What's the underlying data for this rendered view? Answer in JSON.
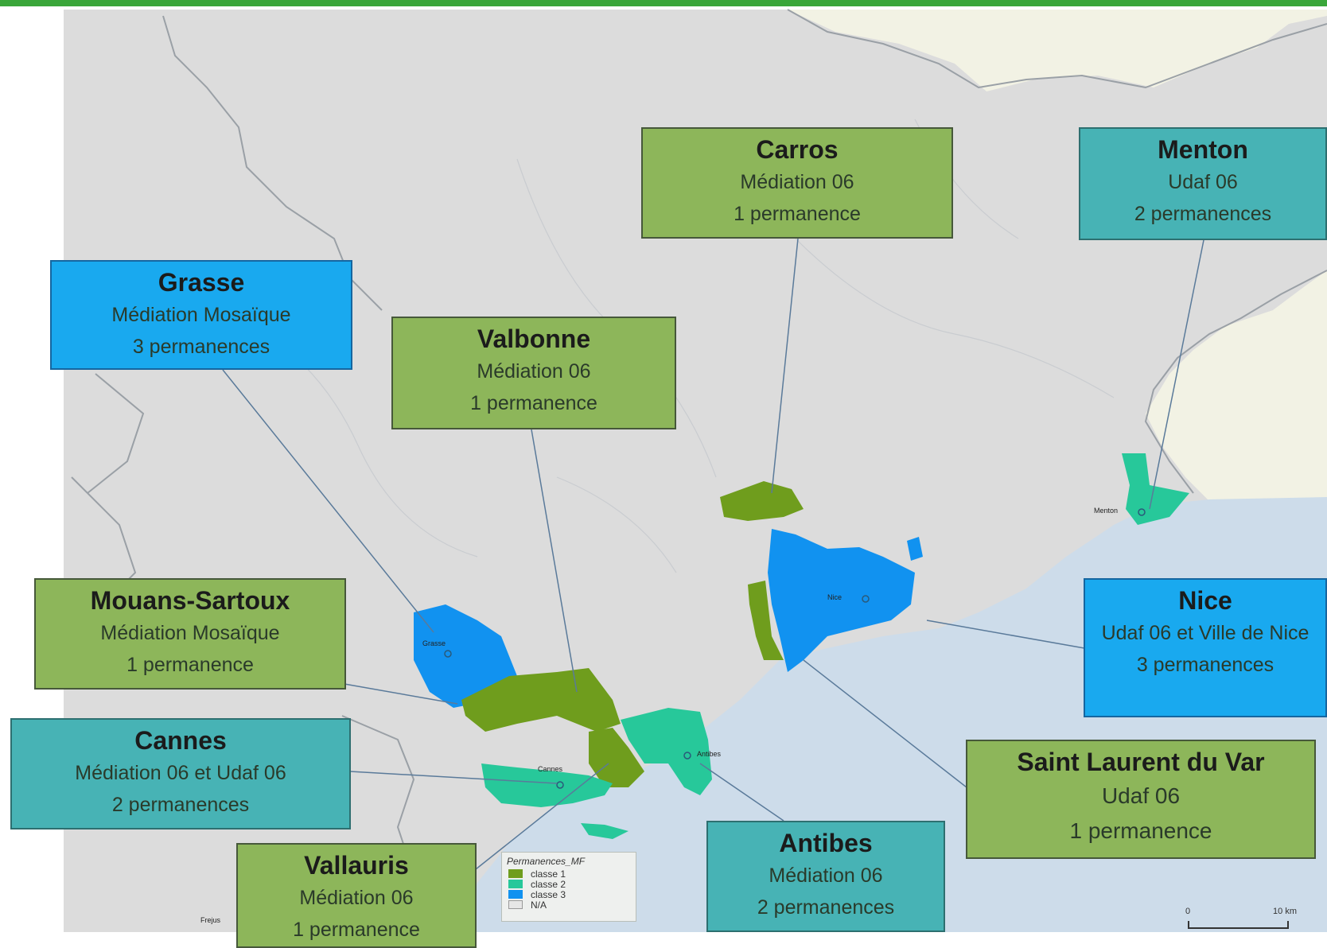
{
  "colors": {
    "classe1": "#6f9d1d",
    "classe2": "#27c89a",
    "classe3": "#1192f0",
    "na": "#e6e6e6",
    "land": "#dcdcdc",
    "sea": "#cddcea",
    "italy": "#f2f2e4"
  },
  "callouts": [
    {
      "id": "carros",
      "city": "Carros",
      "org": "Médiation 06",
      "count": "1 permanence",
      "class": "c1"
    },
    {
      "id": "menton",
      "city": "Menton",
      "org": "Udaf 06",
      "count": "2 permanences",
      "class": "c2"
    },
    {
      "id": "grasse",
      "city": "Grasse",
      "org": "Médiation Mosaïque",
      "count": "3 permanences",
      "class": "c3"
    },
    {
      "id": "valbonne",
      "city": "Valbonne",
      "org": "Médiation 06",
      "count": "1 permanence",
      "class": "c1"
    },
    {
      "id": "mouans",
      "city": "Mouans-Sartoux",
      "org": "Médiation Mosaïque",
      "count": "1 permanence",
      "class": "c1"
    },
    {
      "id": "nice",
      "city": "Nice",
      "org": "Udaf 06 et Ville de Nice",
      "count": "3 permanences",
      "class": "c3"
    },
    {
      "id": "cannes",
      "city": "Cannes",
      "org": "Médiation 06 et Udaf 06",
      "count": "2 permanences",
      "class": "c2"
    },
    {
      "id": "stlaurent",
      "city": "Saint Laurent du Var",
      "org": "Udaf 06",
      "count": "1 permanence",
      "class": "c1"
    },
    {
      "id": "antibes",
      "city": "Antibes",
      "org": "Médiation 06",
      "count": "2 permanences",
      "class": "c2"
    },
    {
      "id": "vallauris",
      "city": "Vallauris",
      "org": "Médiation 06",
      "count": "1 permanence",
      "class": "c1"
    }
  ],
  "legend": {
    "title": "Permanences_MF",
    "items": [
      "classe 1",
      "classe 2",
      "classe 3",
      "N/A"
    ]
  },
  "map_labels": {
    "grasse": "Grasse",
    "nice": "Nice",
    "menton": "Menton",
    "antibes": "Antibes",
    "cannes": "Cannes",
    "frejus": "Frejus"
  },
  "scale": {
    "start": "0",
    "end": "10 km"
  }
}
